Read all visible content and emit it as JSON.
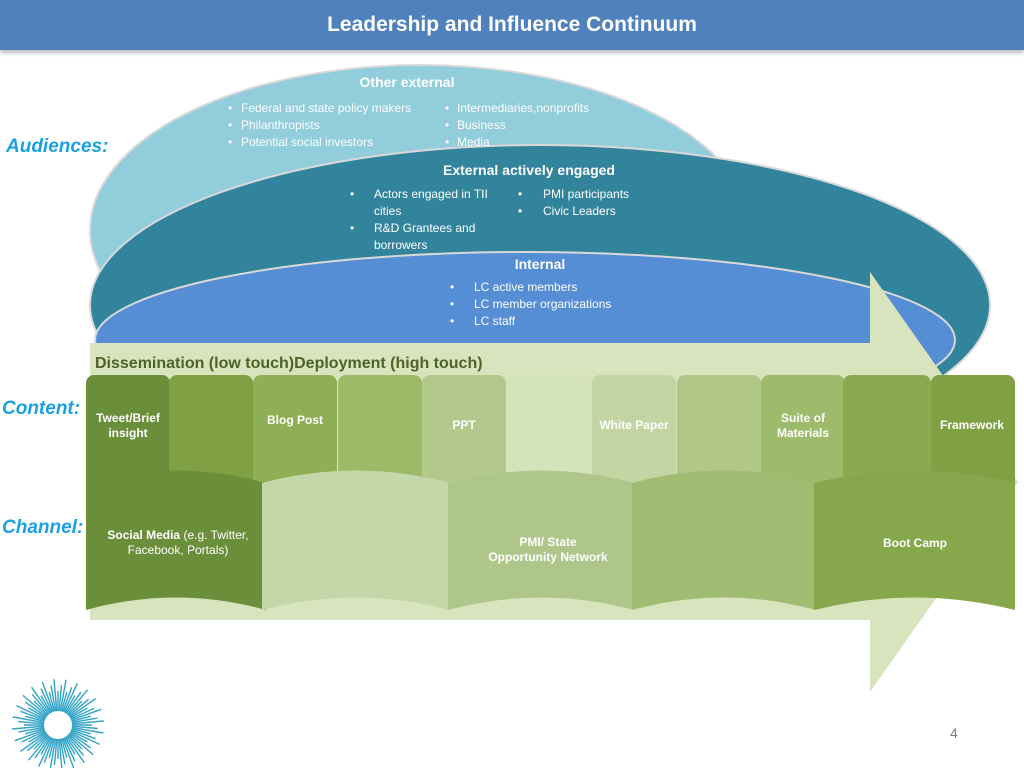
{
  "title": "Leadership and Influence Continuum",
  "row_labels": {
    "audiences": "Audiences:",
    "content": "Content:",
    "channel": "Channel:"
  },
  "audiences": {
    "other_external": {
      "heading": "Other external",
      "col1": [
        "Federal and state policy makers",
        "Philanthropists",
        "Potential social investors"
      ],
      "col2": [
        "Intermediaries,nonprofits",
        "Business",
        "Media"
      ]
    },
    "external_active": {
      "heading": "External actively engaged",
      "col1": [
        "Actors engaged in TII",
        "cities",
        "R&D Grantees and",
        "borrowers"
      ],
      "col2": [
        "PMI participants",
        "Civic Leaders"
      ]
    },
    "internal": {
      "heading": "Internal",
      "items": [
        "LC active members",
        "LC member organizations",
        "LC staff"
      ]
    }
  },
  "arrow": {
    "left_label": "Dissemination (low touch)",
    "right_label": "Deployment (high touch)"
  },
  "content_items": {
    "tweet": [
      "Tweet/Brief",
      "insight"
    ],
    "blog": "Blog Post",
    "ppt": "PPT",
    "white_paper": "White Paper",
    "suite": [
      "Suite of",
      "Materials"
    ],
    "framework": "Framework"
  },
  "channel_items": {
    "social_bold": "Social Media",
    "social_rest": " (e.g. Twitter,",
    "social_line2": "Facebook, Portals)",
    "pmi": [
      "PMI/ State",
      "Opportunity Network"
    ],
    "boot_camp": "Boot Camp"
  },
  "page_number": "4",
  "colors": {
    "title_bar": "#4f81bd",
    "outer_ellipse": "#92cddc",
    "middle_ellipse": "#31849b",
    "inner_ellipse": "#558ed5",
    "arrow": "#d7e4bd",
    "green_dark": "#6b8e3a",
    "green_mid": "#8fae56",
    "green_light": "#b3c98c",
    "label_blue": "#1ba1e2"
  },
  "icons": {
    "logo": "sunburst-logo-icon"
  }
}
